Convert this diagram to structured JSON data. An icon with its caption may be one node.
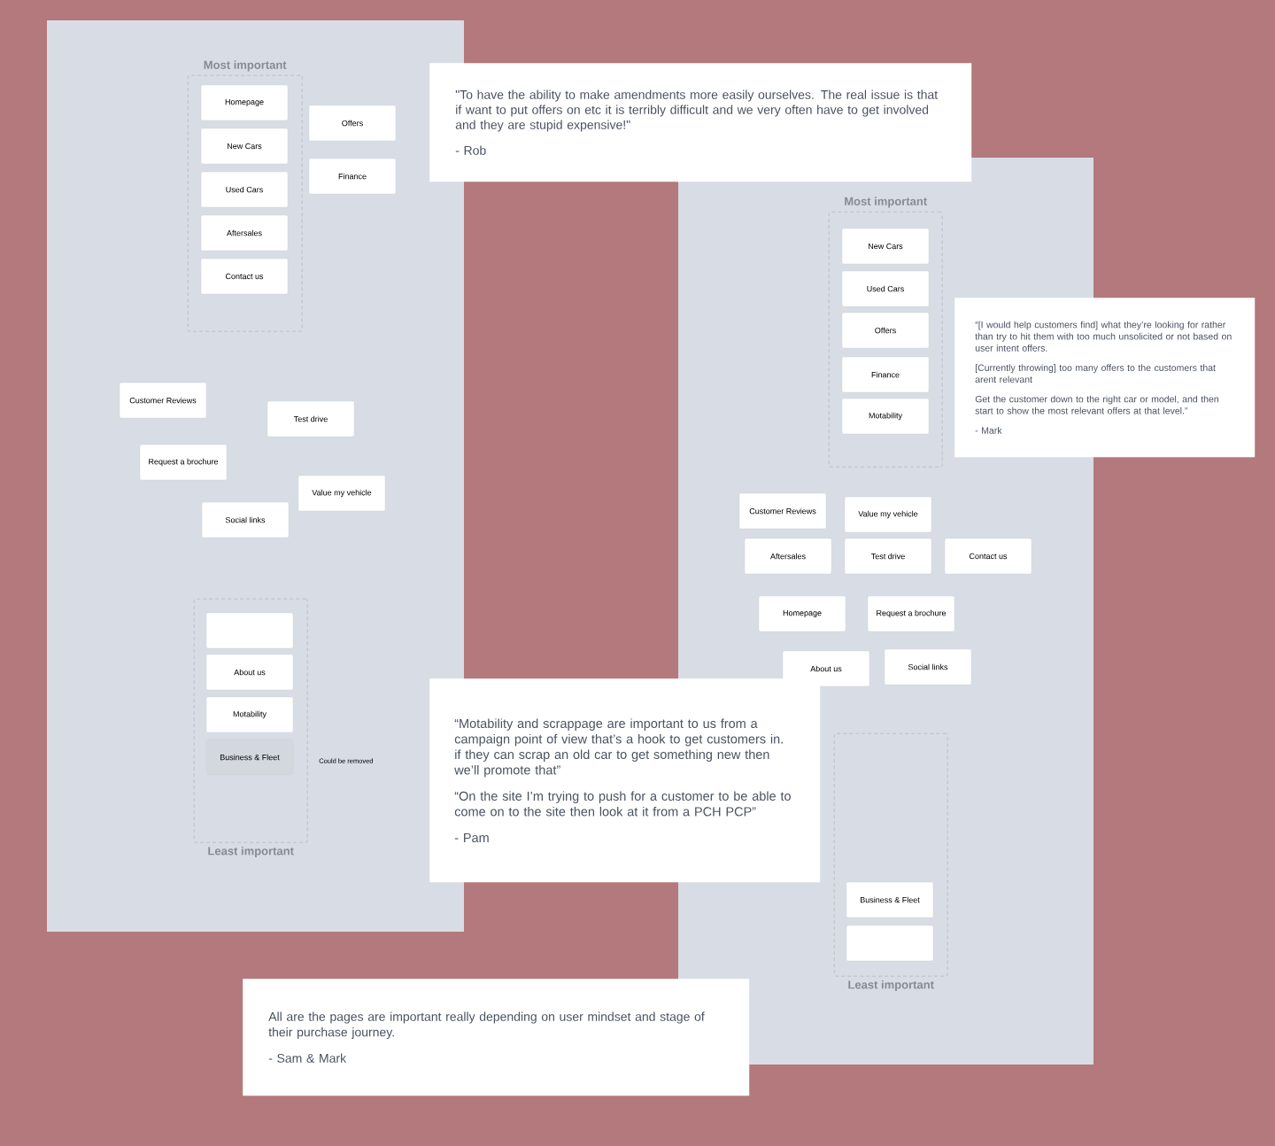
{
  "diagram": {
    "nodes": [
      {
        "text": [
          "Most important"
        ]
      },
      {
        "text": [
          "Homepage"
        ],
        "in": 0
      },
      {
        "text": [
          "New Cars"
        ],
        "in": 0
      },
      {
        "text": [
          "Used Cars"
        ],
        "in": 0
      },
      {
        "text": [
          "Aftersales"
        ],
        "in": 0
      },
      {
        "text": [
          "Contact us"
        ],
        "in": 0
      },
      {
        "text": [
          "Offers"
        ]
      },
      {
        "text": [
          "Finance"
        ]
      },
      {
        "text": [
          "\"To have the ability to make amendments more easily ourselves. The real issue is that if want to put offers on etc it is terribly difficult and we very often have to get involved and they are stupid expensive!\"",
          "- Rob"
        ]
      },
      {
        "text": [
          "Customer Reviews"
        ]
      },
      {
        "text": [
          "Test drive"
        ]
      },
      {
        "text": [
          "Request a brochure"
        ]
      },
      {
        "text": [
          "Value my vehicle"
        ]
      },
      {
        "text": [
          "Social links"
        ]
      },
      {
        "text": [
          "Least important"
        ]
      },
      {
        "text": [],
        "shape": "box",
        "in": 14
      },
      {
        "text": [
          "About us"
        ],
        "in": 14
      },
      {
        "text": [
          "Motability"
        ],
        "in": 14
      },
      {
        "text": [
          "Business & Fleet"
        ],
        "in": 14,
        "beside": [
          "Could be removed"
        ]
      },
      {
        "text": [
          "Most important"
        ]
      },
      {
        "text": [
          "New Cars"
        ],
        "in": 19
      },
      {
        "text": [
          "Used Cars"
        ],
        "in": 19
      },
      {
        "text": [
          "Offers"
        ],
        "in": 19
      },
      {
        "text": [
          "Finance"
        ],
        "in": 19
      },
      {
        "text": [
          "Motability"
        ],
        "in": 19
      },
      {
        "text": [
          "“[I would help customers find] what they’re looking for rather than try to hit them with too much unsolicited or not based on user intent offers.",
          "[Currently throwing] too many offers to the customers that arent relevant",
          "Get the customer down to the right car or model, and then start to show the most relevant offers at that level.”",
          "- Mark"
        ]
      },
      {
        "text": [
          "Customer Reviews"
        ]
      },
      {
        "text": [
          "Value my vehicle"
        ]
      },
      {
        "text": [
          "Aftersales"
        ]
      },
      {
        "text": [
          "Test drive"
        ]
      },
      {
        "text": [
          "Contact us"
        ]
      },
      {
        "text": [
          "Homepage"
        ]
      },
      {
        "text": [
          "Request a brochure"
        ]
      },
      {
        "text": [
          "About us"
        ]
      },
      {
        "text": [
          "Social links"
        ]
      },
      {
        "text": [
          "“Motability and scrappage are important to us from a campaign point of view that’s a hook to get customers in. if they can scrap an old car to get something new then we’ll promote that”",
          "“On the site I’m trying to push for a customer to be able to come on to the site then look at it from a PCH PCP”",
          "- Pam"
        ]
      },
      {
        "text": [
          "Least important"
        ]
      },
      {
        "text": [
          "Business & Fleet"
        ],
        "in": 36
      },
      {
        "text": [],
        "shape": "box",
        "in": 36
      },
      {
        "text": [
          "All are the pages are important really depending on user mindset and stage of their purchase journey.",
          "- Sam & Mark"
        ]
      }
    ]
  }
}
